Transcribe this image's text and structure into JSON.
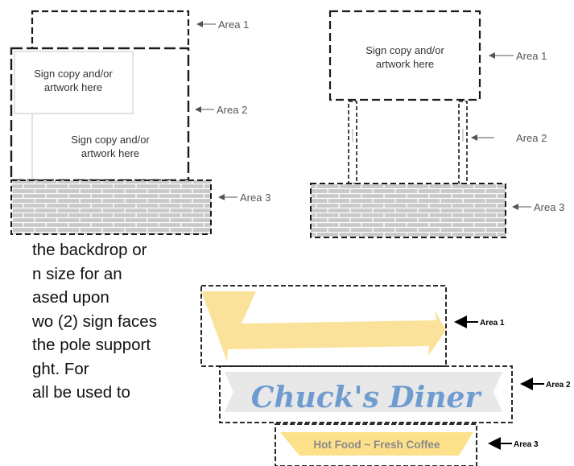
{
  "diagram_left": {
    "sign_copy_top": [
      "Sign copy and/or",
      "artwork here"
    ],
    "sign_copy_bottom": [
      "Sign copy and/or",
      "artwork here"
    ],
    "label_1": "Area 1",
    "label_2": "Area 2",
    "label_3": "Area 3"
  },
  "diagram_right": {
    "sign_copy": [
      "Sign copy and/or",
      "artwork here"
    ],
    "label_1": "Area 1",
    "label_2": "Area 2",
    "label_3": "Area 3"
  },
  "diagram_diner": {
    "sign_name": "Chuck's Diner",
    "tagline": "Hot Food ~ Fresh Coffee",
    "label_1": "Area 1",
    "label_2": "Area 2",
    "label_3": "Area 3"
  },
  "body_text_lines": [
    "the backdrop or",
    "n size for an",
    "ased upon",
    "wo (2) sign faces",
    "the pole support",
    "ght. For",
    "all be used to"
  ],
  "colors": {
    "brick_fill": "#c9c9c9",
    "brick_mortar": "#ffffff",
    "arrow_yellow": "#fbe29a",
    "banner_gray": "#e8e8e8",
    "diner_blue": "#6f9cd0",
    "tagline_yellow": "#fce08a",
    "tagline_text": "#8a8a8a"
  }
}
